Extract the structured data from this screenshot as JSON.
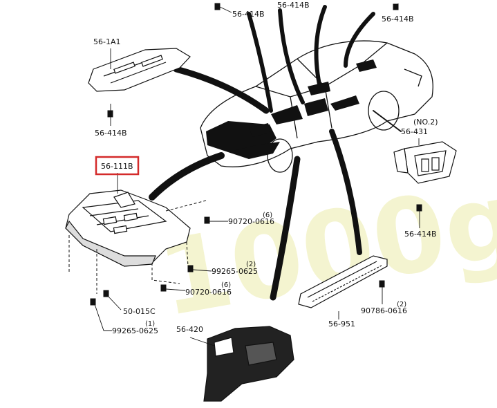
{
  "diagram": {
    "watermark": "1000g",
    "highlight_color": "#d42a2a",
    "callouts": {
      "top_left_bolt": "56-414B",
      "top_center": "56-414B",
      "top_right": "56-414B",
      "panel_1a1": "56-1A1",
      "panel_1a1_bolt": "56-414B",
      "highlighted_part": "56-111B",
      "fastener_90720_a": "90720-0616",
      "fastener_90720_a_qty": "(6)",
      "fastener_99265_a": "99265-0625",
      "fastener_99265_a_qty": "(2)",
      "fastener_90720_b": "90720-0616",
      "fastener_90720_b_qty": "(6)",
      "clip_50015": "50-015C",
      "fastener_99265_b": "99265-0625",
      "fastener_99265_b_qty": "(1)",
      "no2_label": "(NO.2)",
      "part_431": "56-431",
      "part_431_bolt": "56-414B",
      "part_951": "56-951",
      "fastener_90786": "90786-0616",
      "fastener_90786_qty": "(2)",
      "part_420": "56-420"
    }
  }
}
